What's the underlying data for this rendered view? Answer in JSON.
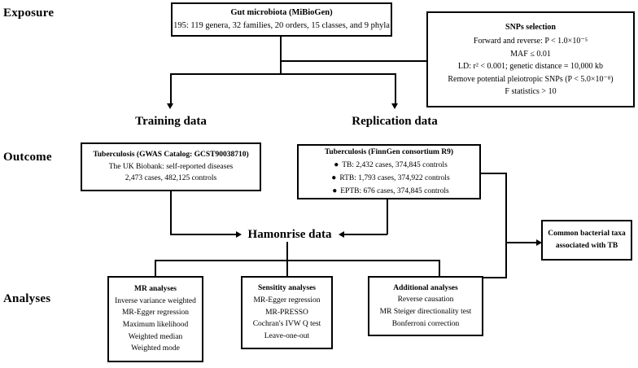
{
  "stages": [
    {
      "key": "exposure",
      "label": "Exposure"
    },
    {
      "key": "outcome",
      "label": "Outcome"
    },
    {
      "key": "analyses",
      "label": "Analyses"
    }
  ],
  "exposure": {
    "gut_microbiota": {
      "title": "Gut microbiota (MiBioGen)",
      "detail": "195: 119 genera, 32 families, 20 orders, 15 classes, and 9 phyla"
    },
    "snps_selection": {
      "title": "SNPs selection",
      "criteria": [
        "Forward and reverse: P < 1.0×10⁻⁵",
        "MAF ≤ 0.01",
        "LD: r² < 0.001; genetic distance = 10,000 kb",
        "Remove potential pleiotropic SNPs (P < 5.0×10⁻⁸)",
        "F statistics > 10"
      ]
    }
  },
  "datasets": {
    "training": {
      "heading": "Training data",
      "title": "Tuberculosis (GWAS Catalog: GCST90038710)",
      "lines": [
        "The UK Biobank: self-reported diseases",
        "2,473 cases, 482,125 controls"
      ]
    },
    "replication": {
      "heading": "Replication data",
      "title": "Tuberculosis (FinnGen consortium R9)",
      "bullets": [
        "TB: 2,432 cases, 374,845 controls",
        "RTB: 1,793 cases, 374,922 controls",
        "EPTB: 676 cases, 374,845 controls"
      ]
    }
  },
  "harmonise": {
    "label": "Hamonrise data"
  },
  "result": {
    "line1": "Common bacterial taxa",
    "line2": "associated with TB"
  },
  "analyses": {
    "mr": {
      "title": "MR analyses",
      "items": [
        "Inverse variance weighted",
        "MR-Egger regression",
        "Maximum likelihood",
        "Weighted median",
        "Weighted mode"
      ]
    },
    "sensitivity": {
      "title": "Sensitity analyses",
      "items": [
        "MR-Egger regression",
        "MR-PRESSO",
        "Cochran's IVW Q test",
        "Leave-one-out"
      ]
    },
    "additional": {
      "title": "Additional analyses",
      "items": [
        "Reverse causation",
        "MR Steiger directionality test",
        "Bonferroni correction"
      ]
    }
  },
  "colors": {
    "line": "#000000",
    "background": "#ffffff",
    "text": "#000000"
  }
}
